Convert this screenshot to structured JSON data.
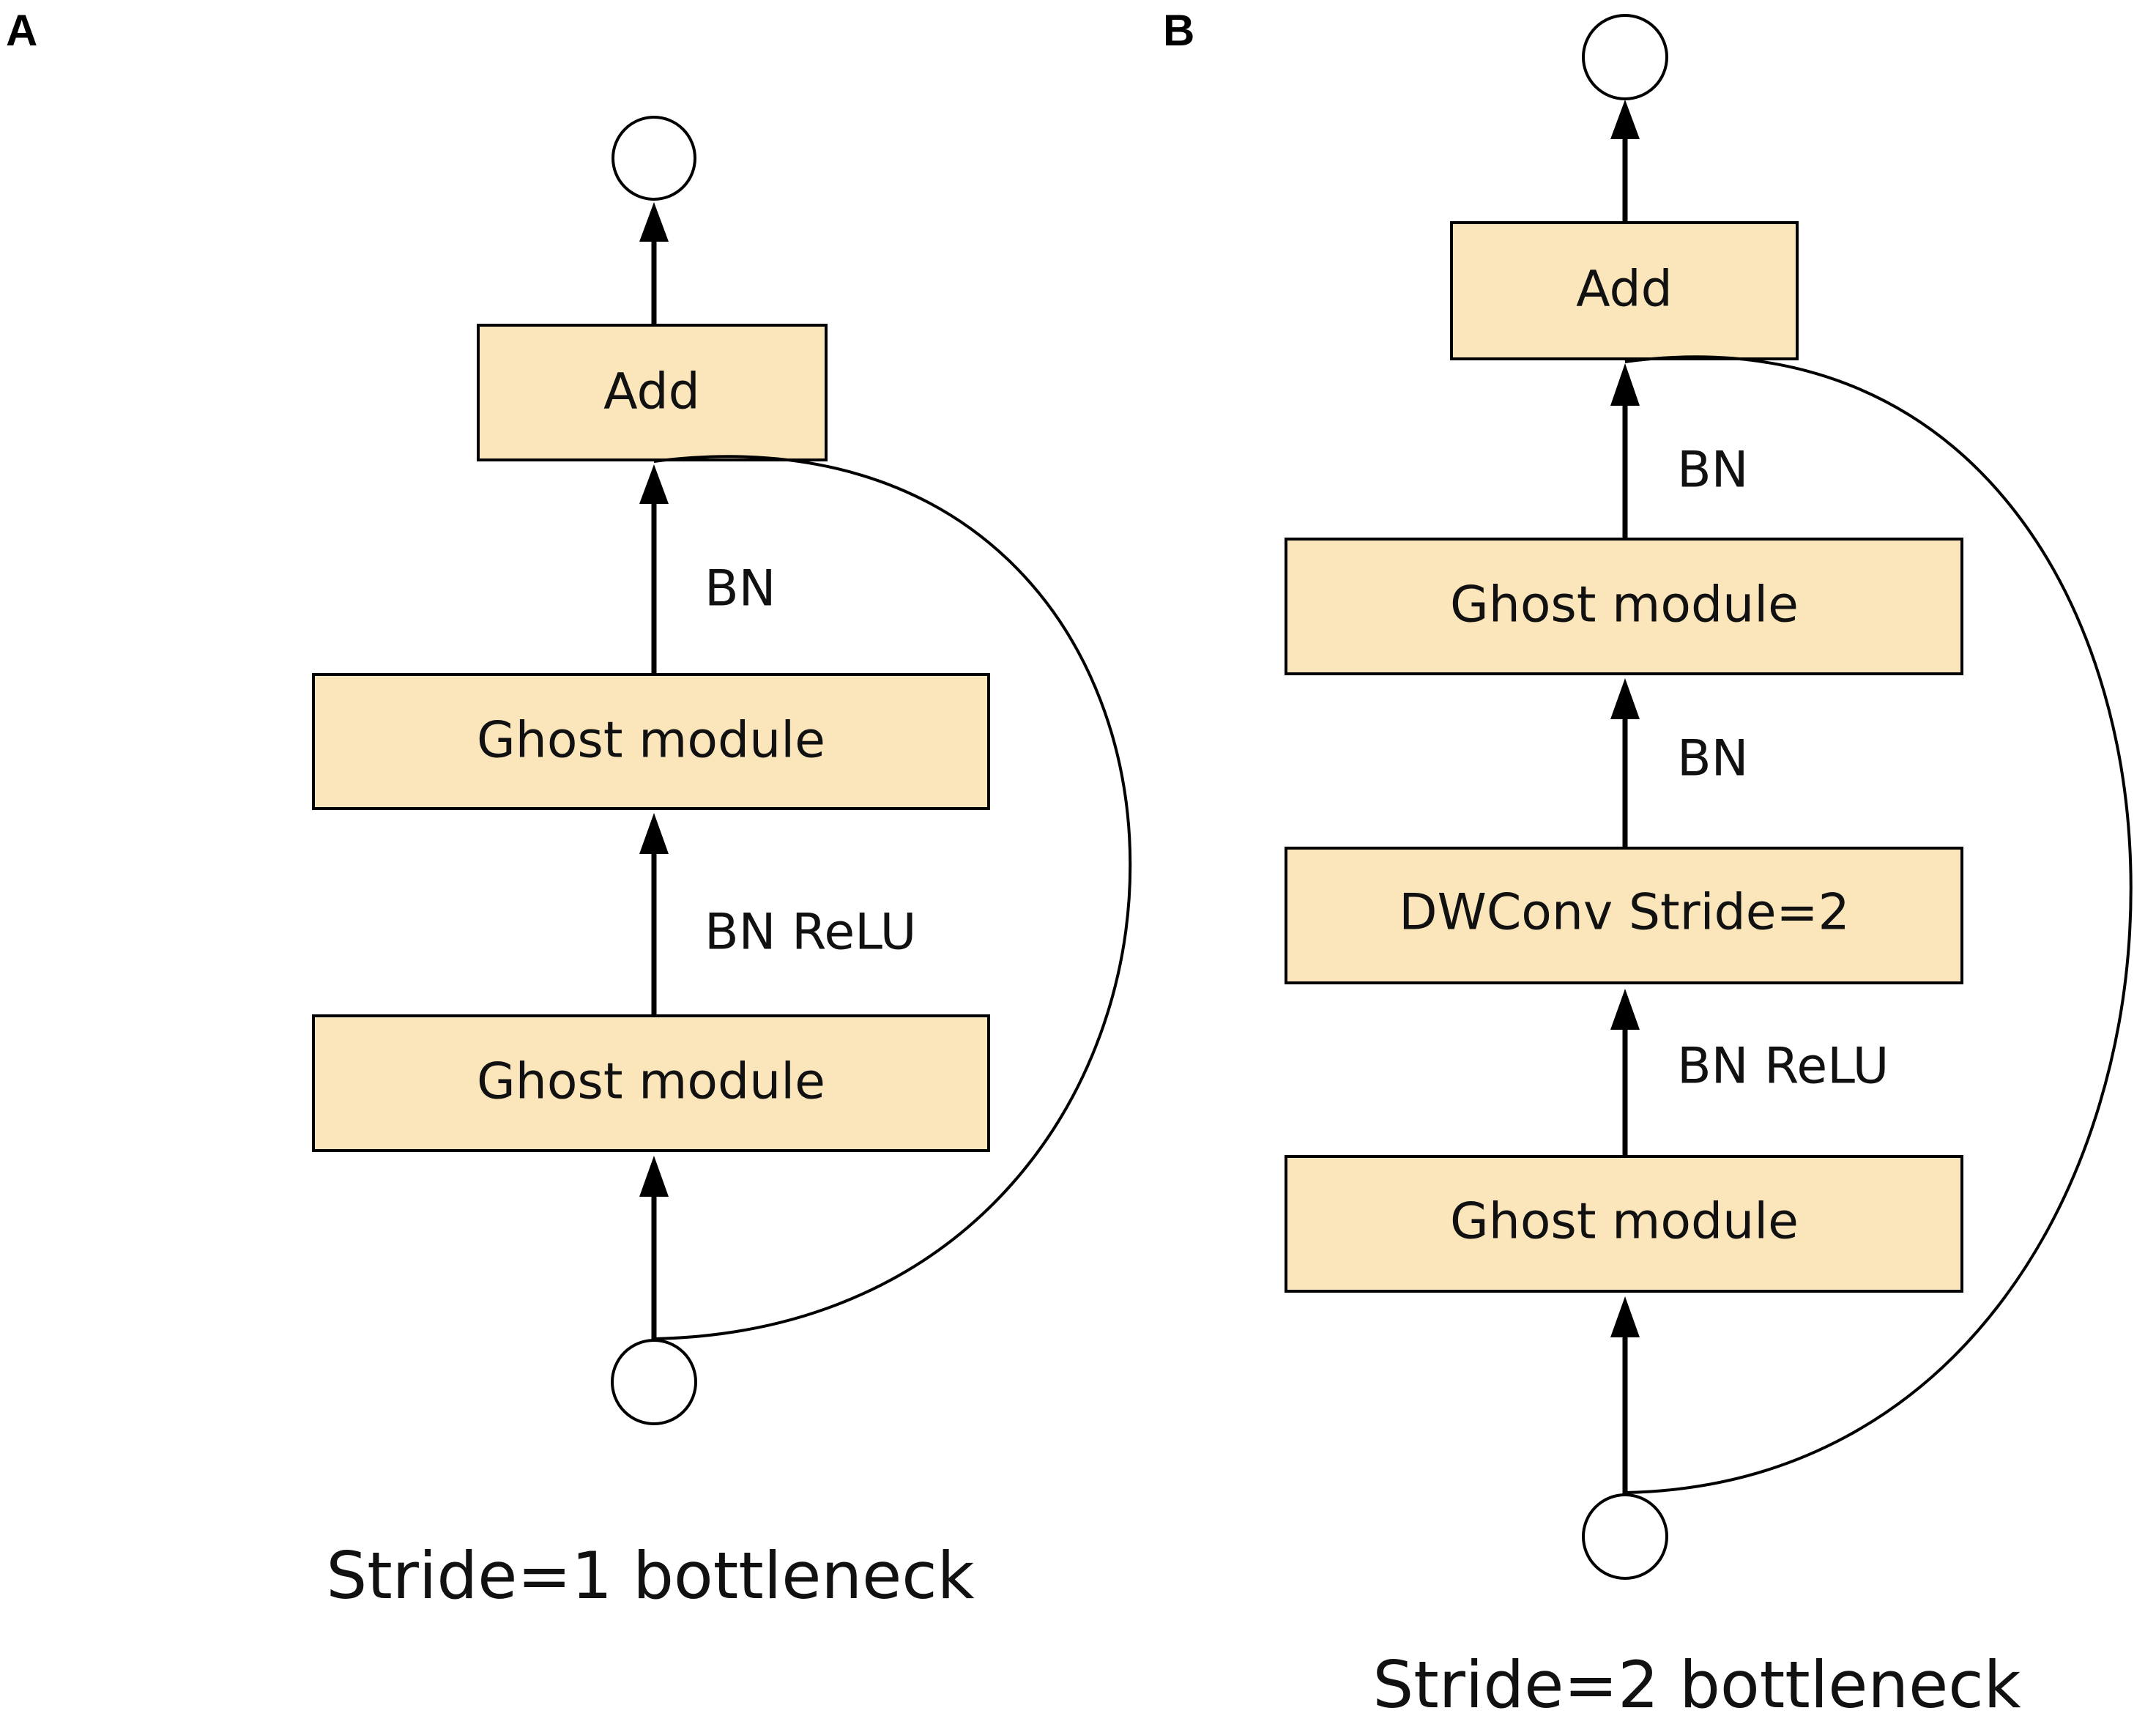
{
  "panels": {
    "a": {
      "letter": "A",
      "add": "Add",
      "ghost_top": "Ghost module",
      "ghost_bottom": "Ghost module",
      "label_bn": "BN",
      "label_bn_relu": "BN ReLU",
      "caption": "Stride=1 bottleneck"
    },
    "b": {
      "letter": "B",
      "add": "Add",
      "ghost_top": "Ghost module",
      "dwconv": "DWConv Stride=2",
      "ghost_bottom": "Ghost module",
      "label_bn_top": "BN",
      "label_bn_mid": "BN",
      "label_bn_relu": "BN ReLU",
      "caption": "Stride=2 bottleneck"
    }
  },
  "colors": {
    "box_fill": "#fbe6bb",
    "stroke": "#000000"
  }
}
